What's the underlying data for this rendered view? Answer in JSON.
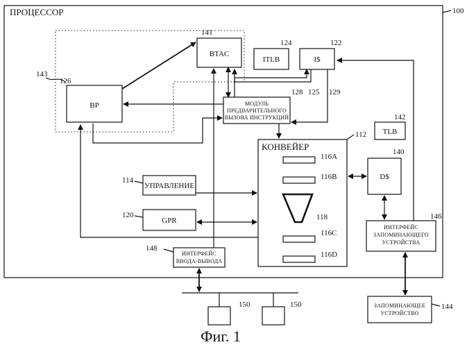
{
  "figure": {
    "title": "ПРОЦЕССОР",
    "caption": "Фиг. 1",
    "refs": {
      "processor": "100",
      "btac": "141",
      "itlb": "124",
      "icache": "122",
      "bp_outer": "143",
      "bp": "126",
      "prefetch": "128",
      "line125": "125",
      "line129": "129",
      "tlb": "142",
      "pipeline": "112",
      "s116a": "116A",
      "s116b": "116B",
      "dcache": "140",
      "control": "114",
      "gpr": "120",
      "stage118": "118",
      "s116c": "116C",
      "s116d": "116D",
      "mem_iface": "146",
      "io_iface": "148",
      "dev1": "150",
      "dev2": "150",
      "memory": "144"
    },
    "boxes": {
      "btac": "BTAC",
      "itlb": "ITLB",
      "icache": "I$",
      "bp": "BP",
      "prefetch": [
        "МОДУЛЬ",
        "ПРЕДВАРИТЕЛЬНОГО",
        "ВЫЗОВА ИНСТРУКЦИЙ"
      ],
      "tlb": "TLB",
      "pipeline": "КОНВЕЙЕР",
      "dcache": "D$",
      "control": "УПРАВЛЕНИЕ",
      "gpr": "GPR",
      "mem_iface": [
        "ИНТЕРФЕЙС",
        "ЗАПОМИНАЮЩЕГО",
        "УСТРОЙСТВА"
      ],
      "io_iface": [
        "ИНТЕРФЕЙС",
        "ВВОДА-ВЫВОДА"
      ],
      "memory": [
        "ЗАПОМИНАЮЩЕЕ",
        "УСТРОЙСТВО"
      ]
    }
  }
}
